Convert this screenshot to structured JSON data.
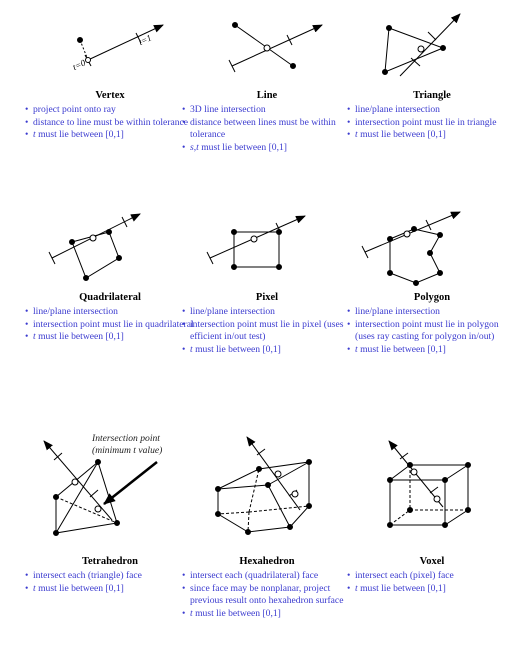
{
  "cells": [
    {
      "title": "Vertex",
      "bullets": [
        {
          "text": "project point onto ray"
        },
        {
          "text": "distance to line must be within tolerance"
        },
        {
          "pre": "t",
          "text": " must lie between [0,1]"
        }
      ]
    },
    {
      "title": "Line",
      "bullets": [
        {
          "text": "3D line intersection"
        },
        {
          "text": "distance between lines must be within tolerance"
        },
        {
          "pre": "s,t",
          "text": " must lie between [0,1]"
        }
      ]
    },
    {
      "title": "Triangle",
      "bullets": [
        {
          "text": "line/plane intersection"
        },
        {
          "text": "intersection point must lie in triangle"
        },
        {
          "pre": "t",
          "text": " must lie between [0,1]"
        }
      ]
    },
    {
      "title": "Quadrilateral",
      "bullets": [
        {
          "text": "line/plane intersection"
        },
        {
          "text": "intersection point must lie in quadrilateral"
        },
        {
          "pre": "t",
          "text": " must lie between [0,1]"
        }
      ]
    },
    {
      "title": "Pixel",
      "bullets": [
        {
          "text": "line/plane intersection"
        },
        {
          "text": "intersection point must lie in pixel (uses efficient in/out test)"
        },
        {
          "pre": "t",
          "text": " must lie between [0,1]"
        }
      ]
    },
    {
      "title": "Polygon",
      "bullets": [
        {
          "text": "line/plane intersection"
        },
        {
          "text": "intersection point must lie in polygon (uses ray casting for polygon in/out)"
        },
        {
          "pre": "t",
          "text": " must lie between [0,1]"
        }
      ]
    },
    {
      "title": "Tetrahedron",
      "bullets": [
        {
          "text": "intersect each (triangle) face"
        },
        {
          "pre": "t",
          "text": " must lie between [0,1]"
        }
      ]
    },
    {
      "title": "Hexahedron",
      "bullets": [
        {
          "text": "intersect each (quadrilateral) face"
        },
        {
          "text": "since face may be nonplanar, project previous result onto hexahedron surface"
        },
        {
          "pre": "t",
          "text": " must lie between [0,1]"
        }
      ]
    },
    {
      "title": "Voxel",
      "bullets": [
        {
          "text": "intersect each (pixel) face"
        },
        {
          "pre": "t",
          "text": " must lie between [0,1]"
        }
      ]
    }
  ],
  "vertex_labels": {
    "t0": "t=0",
    "t1": "t=1"
  },
  "annotation": {
    "line1": "Intersection point",
    "line2": "(minimum t value)"
  }
}
